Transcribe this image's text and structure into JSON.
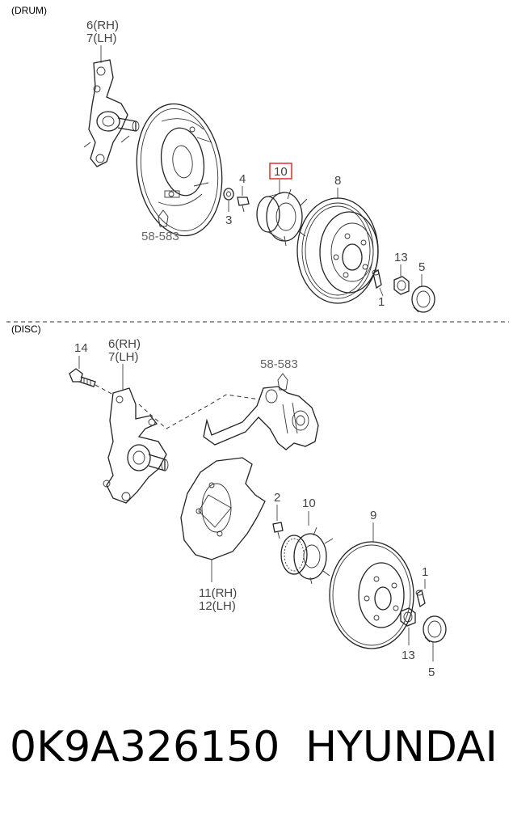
{
  "sections": {
    "drum": "(DRUM)",
    "disc": "(DISC)"
  },
  "drum": {
    "knuckle_rh": "6(RH)",
    "knuckle_lh": "7(LH)",
    "backing_plate_ref": "58-583",
    "label_4": "4",
    "label_3": "3",
    "label_10": "10",
    "label_8": "8",
    "label_13": "13",
    "label_5": "5",
    "label_1": "1"
  },
  "disc": {
    "label_14": "14",
    "knuckle_rh": "6(RH)",
    "knuckle_lh": "7(LH)",
    "caliper_ref": "58-583",
    "label_2": "2",
    "label_10": "10",
    "label_9": "9",
    "label_1": "1",
    "label_13": "13",
    "label_5": "5",
    "shield_rh": "11(RH)",
    "shield_lh": "12(LH)"
  },
  "caption": {
    "part_number": "0K9A326150",
    "brand": "HYUNDAI"
  },
  "colors": {
    "highlight": "#e23a3a"
  },
  "icons": [
    "arrow-pointer-icon"
  ]
}
